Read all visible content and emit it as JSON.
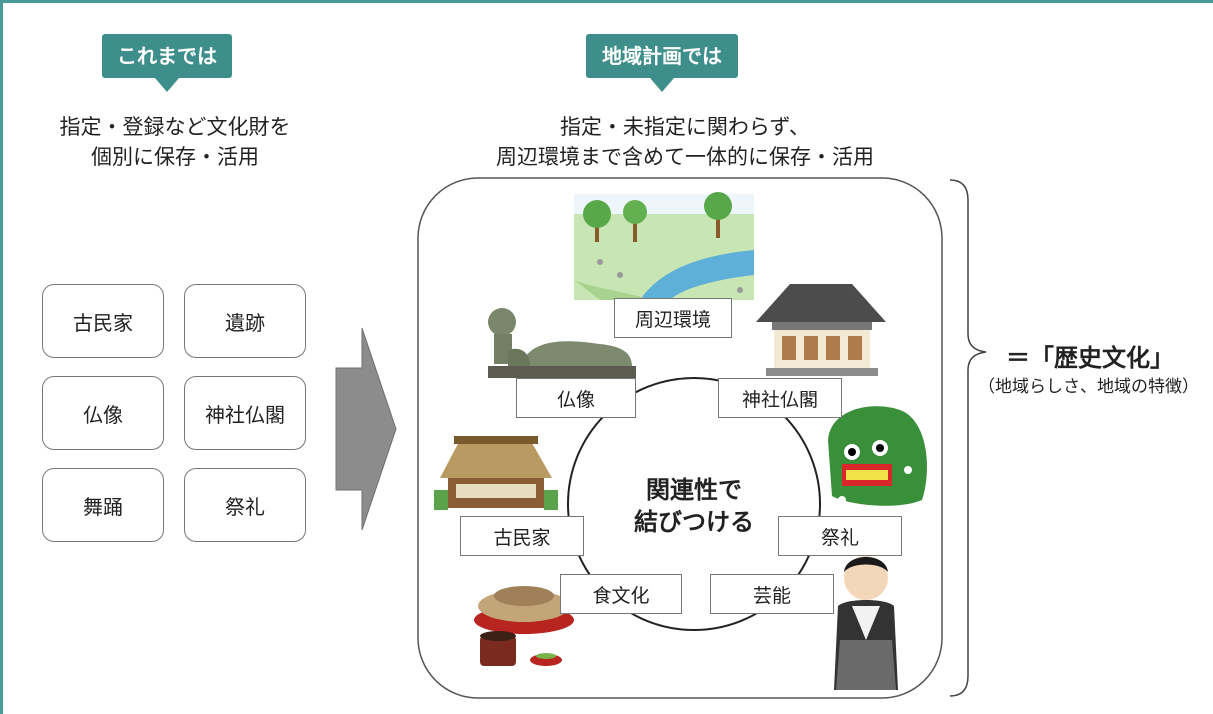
{
  "left": {
    "tag": "これまでは",
    "caption_line1": "指定・登録など文化財を",
    "caption_line2": "個別に保存・活用",
    "boxes": [
      "古民家",
      "遺跡",
      "仏像",
      "神社仏閣",
      "舞踊",
      "祭礼"
    ]
  },
  "right": {
    "tag": "地域計画では",
    "caption_line1": "指定・未指定に関わらず、",
    "caption_line2": "周辺環境まで含めて一体的に保存・活用",
    "center_line1": "関連性で",
    "center_line2": "結びつける",
    "labels": {
      "environment": "周辺環境",
      "buddha": "仏像",
      "shrine": "神社仏閣",
      "festival": "祭礼",
      "minka": "古民家",
      "food": "食文化",
      "performing": "芸能"
    }
  },
  "result": {
    "main": "＝「歴史文化」",
    "sub": "（地域らしさ、地域の特徴）"
  }
}
